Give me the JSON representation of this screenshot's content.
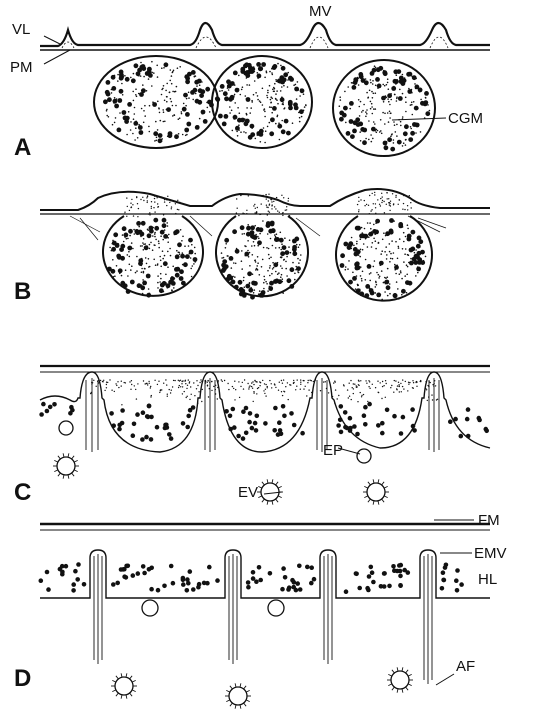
{
  "panels": [
    {
      "id": "A",
      "label": "A"
    },
    {
      "id": "B",
      "label": "B"
    },
    {
      "id": "C",
      "label": "C"
    },
    {
      "id": "D",
      "label": "D"
    }
  ],
  "labels": {
    "vl": "VL",
    "pm": "PM",
    "mv": "MV",
    "cgm": "CGM",
    "ep": "EP",
    "ev": "EV",
    "fm": "FM",
    "emv": "EMV",
    "hl": "HL",
    "af": "AF"
  },
  "colors": {
    "ink": "#111111",
    "paper": "#ffffff"
  }
}
